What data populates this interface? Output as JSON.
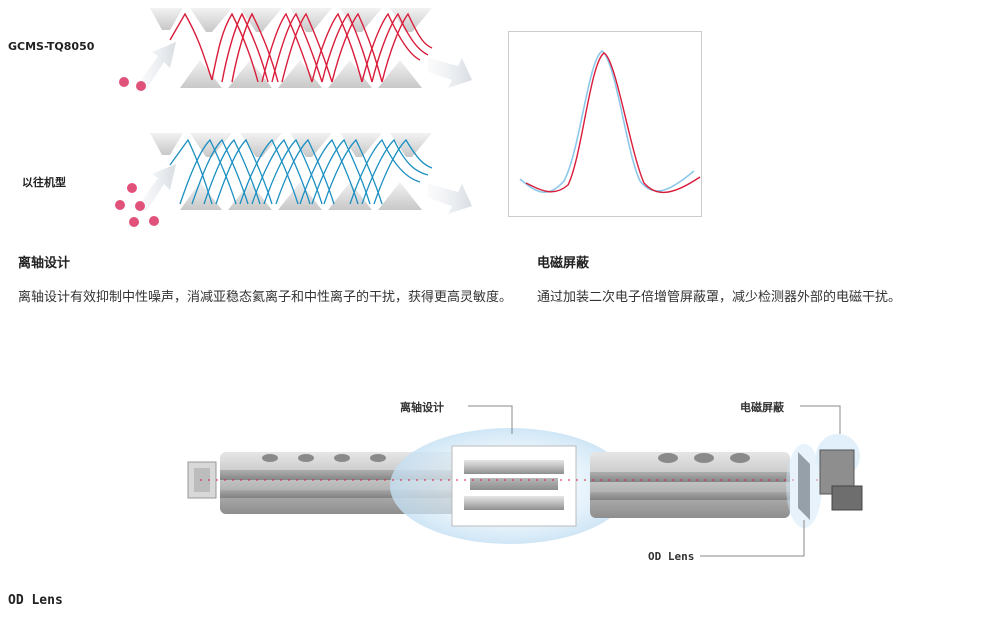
{
  "top": {
    "model_new_label": "GCMS-TQ8050",
    "model_old_label": "以往机型"
  },
  "features": [
    {
      "title": "离轴设计",
      "description": "离轴设计有效抑制中性噪声，消减亚稳态氦离子和中性离子的干扰，获得更高灵敏度。"
    },
    {
      "title": "电磁屏蔽",
      "description": "通过加装二次电子倍增管屏蔽罩，减少检测器外部的电磁干扰。"
    }
  ],
  "diagram": {
    "callout_offaxis": "离轴设计",
    "callout_shield": "电磁屏蔽",
    "callout_odlens": "OD Lens"
  },
  "footer": {
    "section_title": "OD Lens"
  },
  "colors": {
    "red_trajectory": "#d91c3a",
    "blue_trajectory": "#1a8fc1",
    "particle": "#e0527a"
  }
}
